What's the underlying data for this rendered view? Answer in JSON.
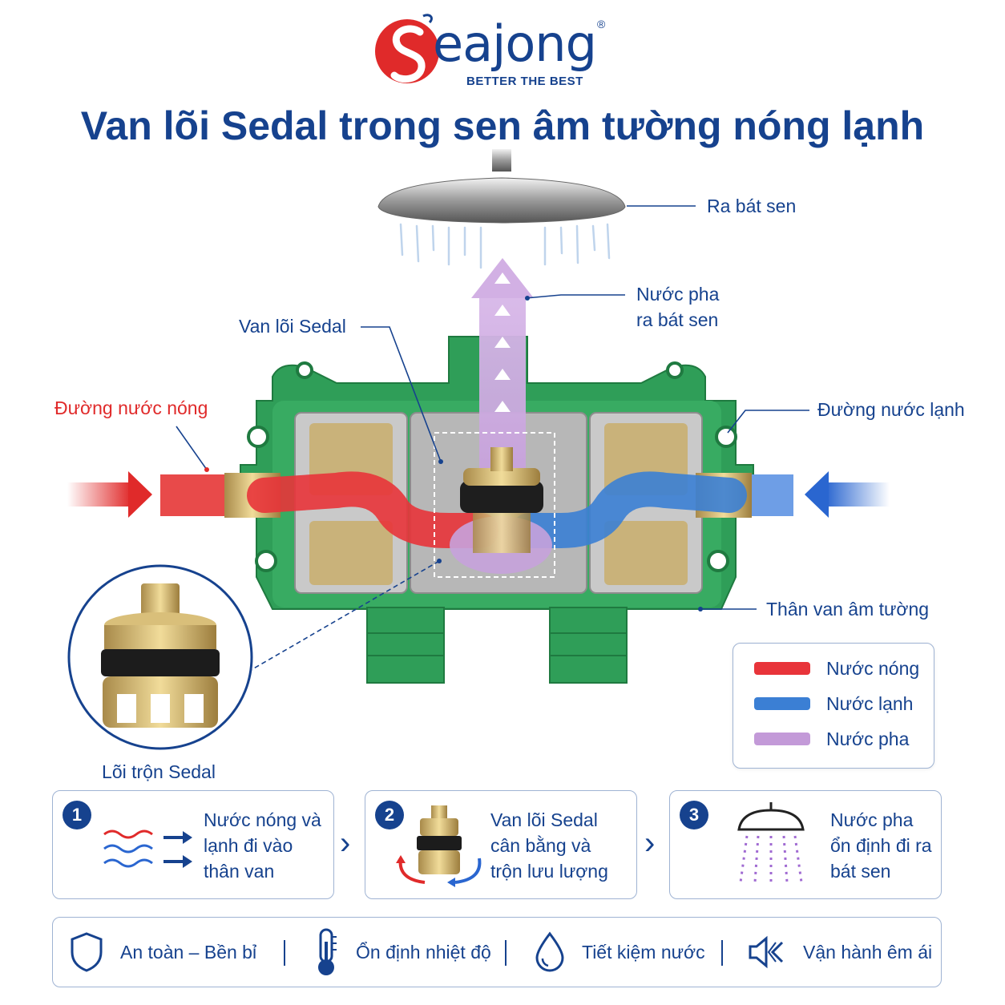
{
  "brand": {
    "name": "eajong",
    "tagline": "BETTER THE BEST",
    "registered": "®",
    "colors": {
      "red": "#e02a2a",
      "navy": "#16428e"
    }
  },
  "title": "Van lõi Sedal trong sen âm tường nóng lạnh",
  "labels": {
    "shower_head": "Ra bát sen",
    "mixed_out_line1": "Nước pha",
    "mixed_out_line2": "ra bát sen",
    "valve_core": "Van lõi Sedal",
    "hot_line": "Đường nước nóng",
    "cold_line": "Đường nước lạnh",
    "valve_body": "Thân van âm tường",
    "cartridge": "Lõi trộn Sedal"
  },
  "legend": [
    {
      "label": "Nước nóng",
      "color": "#e8343a"
    },
    {
      "label": "Nước lạnh",
      "color": "#3b7fd4"
    },
    {
      "label": "Nước pha",
      "color": "#c39ad8"
    }
  ],
  "steps": [
    {
      "num": "1",
      "line1": "Nước nóng và",
      "line2": "lạnh đi vào",
      "line3": "thân van"
    },
    {
      "num": "2",
      "line1": "Van lõi Sedal",
      "line2": "cân bằng và",
      "line3": "trộn lưu lượng"
    },
    {
      "num": "3",
      "line1": "Nước pha",
      "line2": "ổn định đi ra",
      "line3": "bát sen"
    }
  ],
  "step_separator": "›",
  "features": [
    {
      "label": "An toàn – Bền bỉ",
      "icon": "shield-icon"
    },
    {
      "label": "Ổn định nhiệt độ",
      "icon": "thermometer-icon"
    },
    {
      "label": "Tiết kiệm nước",
      "icon": "water-drop-icon"
    },
    {
      "label": "Vận hành êm ái",
      "icon": "speaker-mute-icon"
    }
  ]
}
